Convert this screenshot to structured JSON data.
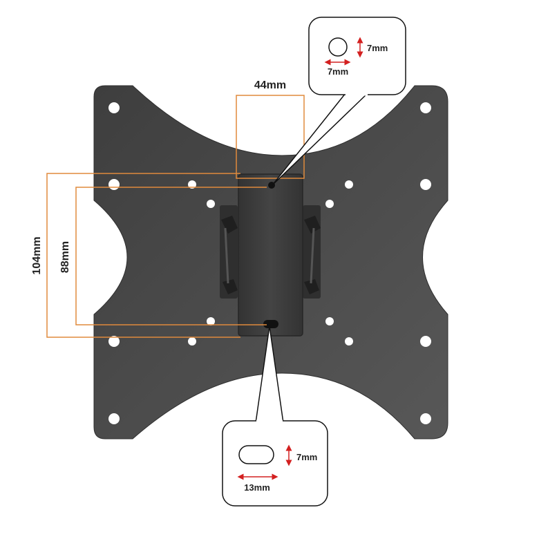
{
  "dimensions": {
    "width_44": "44mm",
    "height_104": "104mm",
    "height_88": "88mm"
  },
  "top_callout": {
    "hole_height": "7mm",
    "hole_width": "7mm"
  },
  "bottom_callout": {
    "slot_height": "7mm",
    "slot_width": "13mm"
  },
  "colors": {
    "plate": "#4a4a4a",
    "bracket": "#3a3a3a",
    "dimension_line": "#e08a3c",
    "arrow": "#d32020",
    "background": "#ffffff"
  }
}
